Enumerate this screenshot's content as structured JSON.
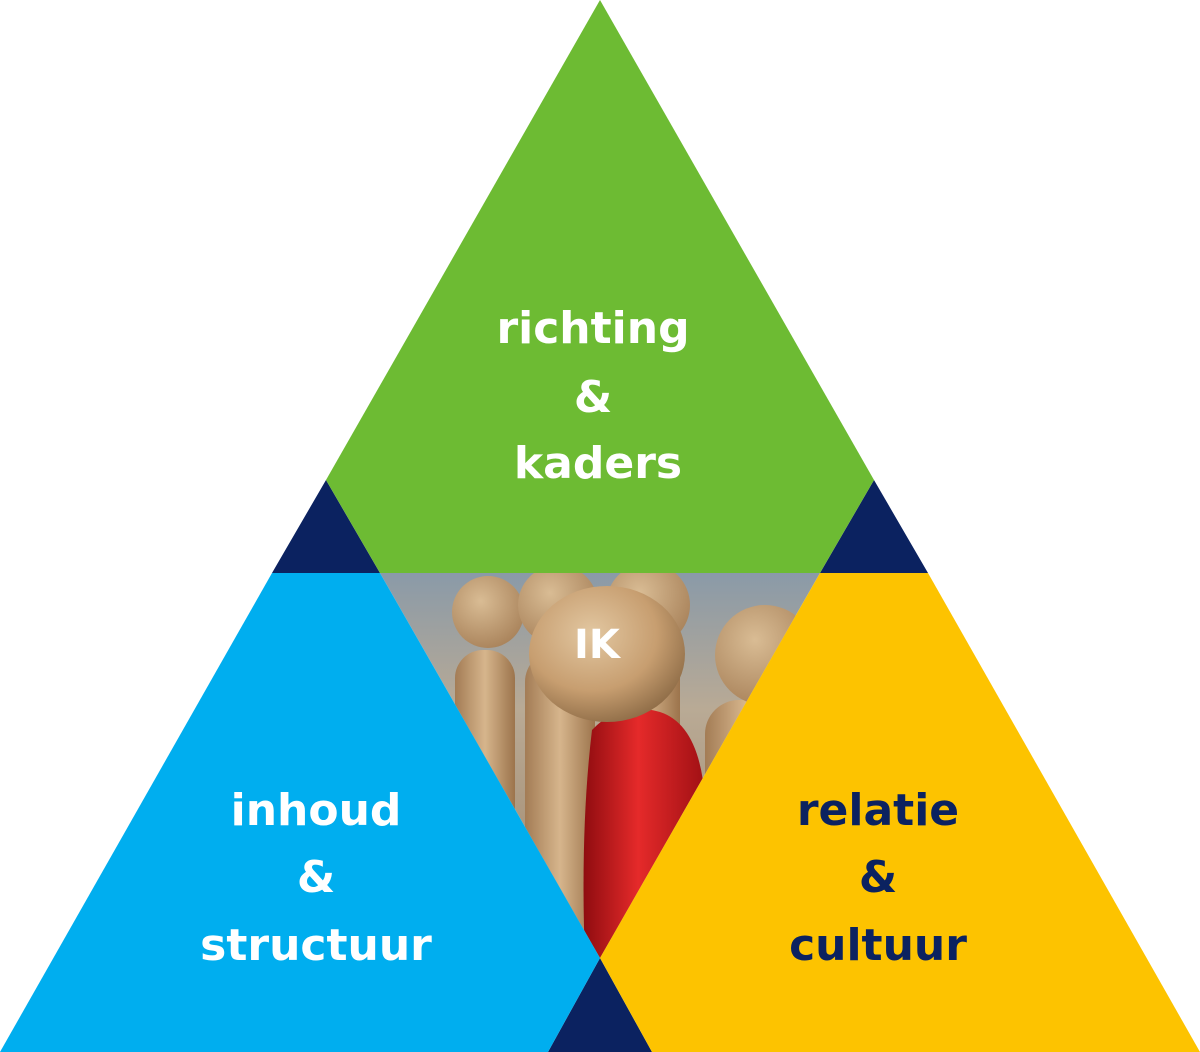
{
  "diagram": {
    "colors": {
      "green": "#6dbb33",
      "blue": "#00aeef",
      "yellow": "#fdc300",
      "navy": "#0b2260",
      "white": "#ffffff"
    },
    "top": {
      "line1": "richting",
      "line2": "&",
      "line3": "kaders"
    },
    "left": {
      "line1": "inhoud",
      "line2": "&",
      "line3": "structuur"
    },
    "right": {
      "line1": "relatie",
      "line2": "&",
      "line3": "cultuur"
    },
    "center": {
      "label": "IK",
      "image": "wooden-figures-photo"
    }
  }
}
